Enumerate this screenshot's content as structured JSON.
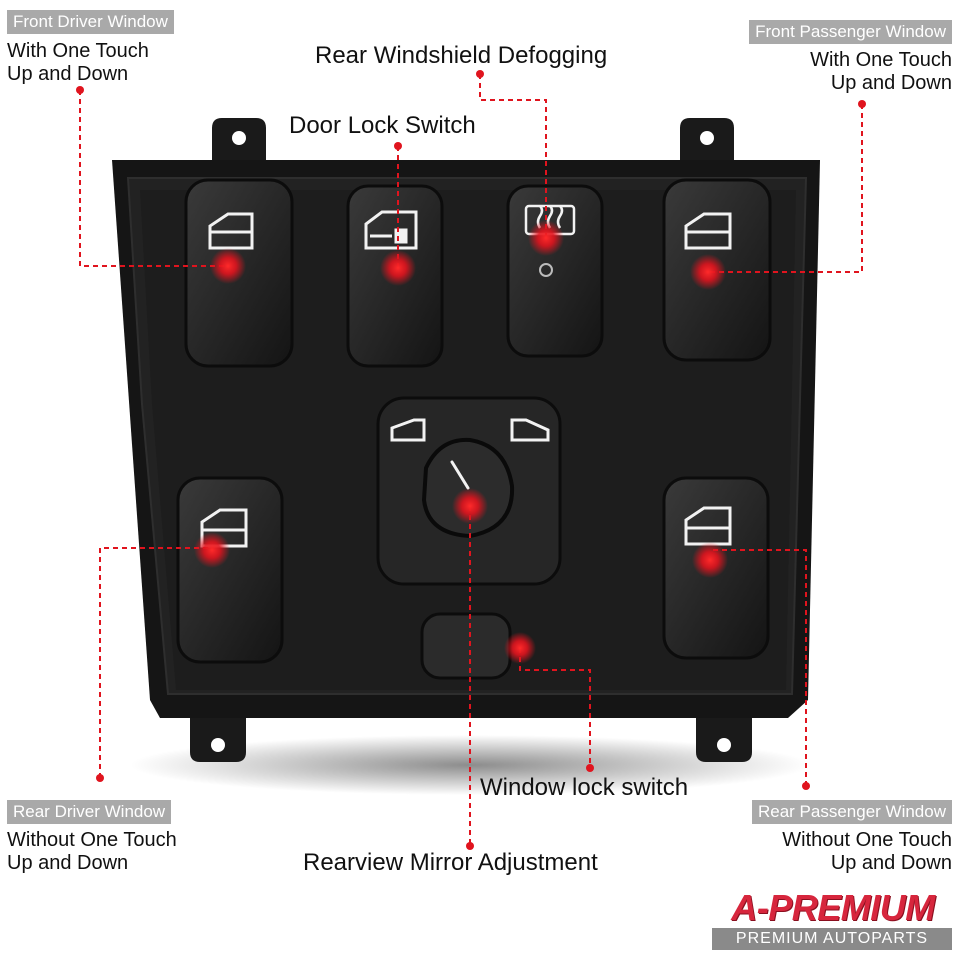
{
  "labels": {
    "front_driver": {
      "tag": "Front Driver Window",
      "line1": "With One Touch",
      "line2": "Up and Down"
    },
    "front_passenger": {
      "tag": "Front Passenger Window",
      "line1": "With One Touch",
      "line2": "Up and Down"
    },
    "rear_driver": {
      "tag": "Rear Driver Window",
      "line1": "Without One Touch",
      "line2": "Up and Down"
    },
    "rear_passenger": {
      "tag": "Rear Passenger Window",
      "line1": "Without One Touch",
      "line2": "Up and Down"
    },
    "rear_windshield": "Rear Windshield Defogging",
    "door_lock": "Door Lock Switch",
    "window_lock": "Window lock switch",
    "mirror": "Rearview Mirror Adjustment"
  },
  "brand": {
    "name": "A-PREMIUM",
    "tagline": "PREMIUM AUTOPARTS"
  },
  "colors": {
    "marker": "#e0141e",
    "tag_bg": "#a9a9a9",
    "panel": "#1e1e1e",
    "brand_red": "#d7263d"
  },
  "icons": [
    "window-icon",
    "door-lock-icon",
    "defog-icon",
    "mirror-left-icon",
    "mirror-right-icon"
  ]
}
